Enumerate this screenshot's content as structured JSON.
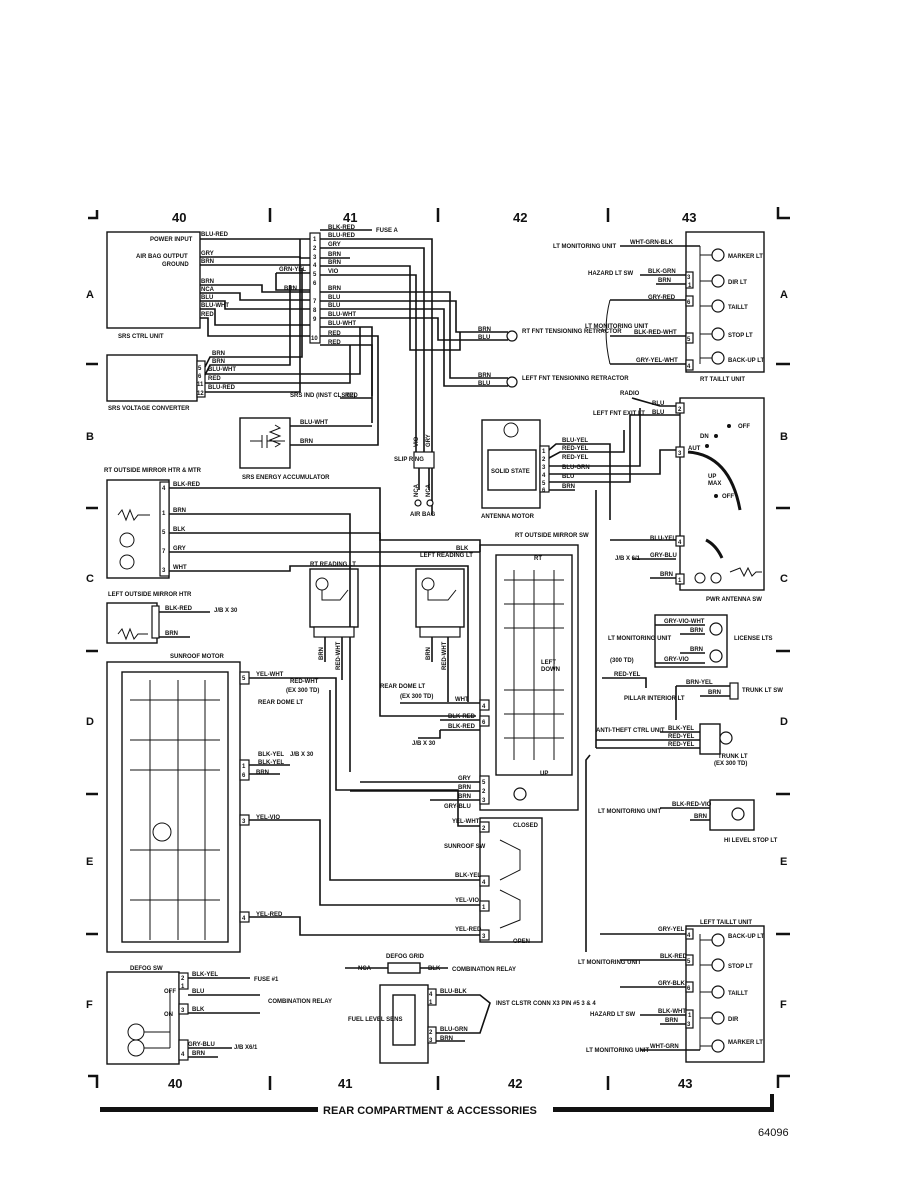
{
  "grid": {
    "columns": [
      "40",
      "41",
      "42",
      "43"
    ],
    "rows": [
      "A",
      "B",
      "C",
      "D",
      "E",
      "F"
    ]
  },
  "footer": {
    "title": "REAR COMPARTMENT & ACCESSORIES",
    "figure_number": "64096"
  },
  "srs_ctrl": {
    "name": "SRS CTRL UNIT",
    "labels": [
      "POWER INPUT",
      "AIR BAG OUTPUT",
      "GROUND"
    ],
    "wires": [
      "BLU-RED",
      "GRY",
      "BRN",
      "BRN",
      "NCA",
      "BLU",
      "BLU-WHT",
      "RED"
    ]
  },
  "connector_mid": {
    "pins": [
      "1",
      "2",
      "3",
      "4",
      "5",
      "6",
      "7",
      "8",
      "9",
      "10"
    ],
    "wires": [
      "BLK-RED",
      "BLU-RED",
      "GRY",
      "BRN",
      "BRN",
      "VIO",
      "BRN",
      "BLU",
      "BLU",
      "BLU-WHT",
      "BLU-WHT",
      "RED",
      "RED"
    ],
    "extra": [
      "FUSE A",
      "GRN-YEL",
      "BRN"
    ]
  },
  "srs_voltage": {
    "name": "SRS VOLTAGE CONVERTER",
    "pins": [
      "5",
      "6",
      "11",
      "12"
    ],
    "wires": [
      "BRN",
      "BRN",
      "BLU-WHT",
      "RED",
      "BLU-RED"
    ]
  },
  "srs_ind": {
    "label": "SRS IND (INST CLSTR)",
    "wire": "RED"
  },
  "srs_energy": {
    "name": "SRS ENERGY ACCUMULATOR",
    "wires": [
      "BLU-WHT",
      "BRN"
    ]
  },
  "retractors": {
    "rt": "RT FNT TENSIONING RETRACTOR",
    "left": "LEFT FNT TENSIONING RETRACTOR",
    "wires": [
      "BRN",
      "BLU",
      "BRN",
      "BLU"
    ]
  },
  "slip_ring": {
    "label": "SLIP RING",
    "air_bag": "AIR BAG",
    "wires": [
      "VIO",
      "GRY",
      "NCA",
      "NCA"
    ]
  },
  "rt_taillt": {
    "name": "RT TAILLT UNIT",
    "lt_monitoring": "LT MONITORING UNIT",
    "hazard": "HAZARD LT SW",
    "lt_monitoring2": "LT MONITORING UNIT",
    "wires": [
      "WHT-GRN-BLK",
      "BLK-GRN",
      "BRN",
      "GRY-RED",
      "BLK-RED-WHT",
      "GRY-YEL-WHT"
    ],
    "pins": [
      "3",
      "1",
      "6",
      "5",
      "4"
    ],
    "lamps": [
      "MARKER LT",
      "DIR LT",
      "TAILLT",
      "STOP LT",
      "BACK-UP LT"
    ]
  },
  "antenna": {
    "radio": "RADIO",
    "left_fnt_exit": "LEFT FNT EXIT LT",
    "motor": "ANTENNA MOTOR",
    "solid_state": "SOLID STATE",
    "wires": [
      "BLU-YEL",
      "RED-YEL",
      "RED-YEL",
      "BLU-GRN",
      "BLU",
      "BRN",
      "BLU",
      "BLU",
      "BLU-YEL",
      "GRY-BLU",
      "BRN"
    ],
    "pins": [
      "1",
      "2",
      "3",
      "4",
      "5",
      "6"
    ],
    "pwr_antenna_sw": "PWR ANTENNA SW",
    "switch_labels": [
      "DN",
      "OFF",
      "AUT",
      "UP",
      "MAX",
      "OFF"
    ],
    "jb": "J/B X 6/1",
    "sw_pins": [
      "2",
      "3",
      "4",
      "1"
    ]
  },
  "rt_outside_mirror": {
    "name": "RT OUTSIDE MIRROR HTR & MTR",
    "wires": [
      "BLK-RED",
      "BRN",
      "BLK",
      "GRY",
      "WHT"
    ],
    "pins": [
      "4",
      "1",
      "5",
      "7",
      "3"
    ]
  },
  "left_outside_mirror": {
    "name": "LEFT OUTSIDE MIRROR HTR",
    "wires": [
      "BLK-RED",
      "BRN"
    ],
    "jb": "J/B X 30"
  },
  "reading_lts": {
    "rt": "RT READING LT",
    "left": "LEFT READING LT",
    "rear_dome": "REAR DOME LT",
    "ex300": "(EX 300 TD)",
    "wires": [
      "BRN",
      "RED-WHT",
      "BRN",
      "RED-WHT"
    ]
  },
  "rt_outside_mirror_sw": {
    "name": "RT OUTSIDE MIRROR SW",
    "labels": [
      "RT",
      "LEFT",
      "DOWN",
      "UP"
    ],
    "wires": [
      "BLK",
      "WHT",
      "BLK-RED",
      "BLK-RED",
      "GRY",
      "BRN",
      "BRN",
      "GRY-BLU"
    ],
    "pins": [
      "4",
      "6",
      "5",
      "2",
      "3"
    ],
    "jb": "J/B X 30"
  },
  "sunroof_motor": {
    "name": "SUNROOF MOTOR",
    "wires": [
      "YEL-WHT",
      "RED-WHT",
      "BLK-YEL",
      "BLK-YEL",
      "BRN",
      "YEL-VIO",
      "YEL-RED"
    ],
    "pins": [
      "5",
      "1",
      "6",
      "3",
      "4"
    ],
    "rear_dome": "REAR DOME LT",
    "ex300": "(EX 300 TD)",
    "jb": "J/B X 30"
  },
  "sunroof_sw": {
    "name": "SUNROOF SW",
    "labels": [
      "CLOSED",
      "OPEN"
    ],
    "wires": [
      "YEL-WHT",
      "BLK-YEL",
      "YEL-VIO",
      "YEL-RED"
    ],
    "pins": [
      "2",
      "4",
      "1",
      "3"
    ]
  },
  "license": {
    "lt_monitoring": "LT MONITORING UNIT",
    "wires": [
      "GRY-VIO-WHT",
      "BRN",
      "BRN",
      "GRY-VIO"
    ],
    "label": "LICENSE LTS"
  },
  "trunk": {
    "pillar": "PILLAR INTERIOR LT",
    "td300": "(300 TD)",
    "wire": "RED-YEL",
    "trunk_sw": "TRUNK LT SW",
    "sw_wires": [
      "BRN-YEL",
      "BRN"
    ],
    "anti_theft": "ANTI-THEFT CTRL UNIT",
    "at_wires": [
      "BLK-YEL",
      "RED-YEL",
      "RED-YEL"
    ],
    "trunk_lt": "TRUNK LT",
    "ex300": "(EX 300 TD)"
  },
  "hi_level": {
    "lt_monitoring": "LT MONITORING UNIT",
    "wires": [
      "BLK-RED-VIO",
      "BRN"
    ],
    "label": "HI LEVEL STOP LT"
  },
  "defog": {
    "sw": "DEFOG SW",
    "grid": "DEFOG GRID",
    "pos": [
      "OFF",
      "ON"
    ],
    "wires": [
      "BLK-YEL",
      "BLU",
      "BLK",
      "GRY-BLU",
      "BRN"
    ],
    "pins": [
      "2",
      "1",
      "3",
      "4"
    ],
    "fuse": "FUSE #1",
    "relay": "COMBINATION RELAY",
    "jb": "J/B X6/1",
    "grid_wires": [
      "NCA",
      "BLK"
    ],
    "grid_relay": "COMBINATION RELAY"
  },
  "fuel": {
    "name": "FUEL LEVEL SENS",
    "wires": [
      "BLU-BLK",
      "BLU-GRN",
      "BRN"
    ],
    "pins": [
      "4",
      "1",
      "2",
      "3"
    ],
    "inst": "INST CLSTR CONN X3 PIN #5 3 & 4"
  },
  "left_taillt": {
    "name": "LEFT TAILLT UNIT",
    "lt_monitoring": "LT MONITORING UNIT",
    "hazard": "HAZARD LT SW",
    "lt_monitoring2": "LT MONITORING UNIT",
    "wires": [
      "GRY-YEL",
      "BLK-RED",
      "GRY-BLK",
      "BLK-WHT",
      "BRN",
      "WHT-GRN"
    ],
    "pins": [
      "4",
      "5",
      "6",
      "1",
      "3"
    ],
    "lamps": [
      "BACK-UP LT",
      "STOP LT",
      "TAILLT",
      "DIR",
      "MARKER LT"
    ]
  }
}
